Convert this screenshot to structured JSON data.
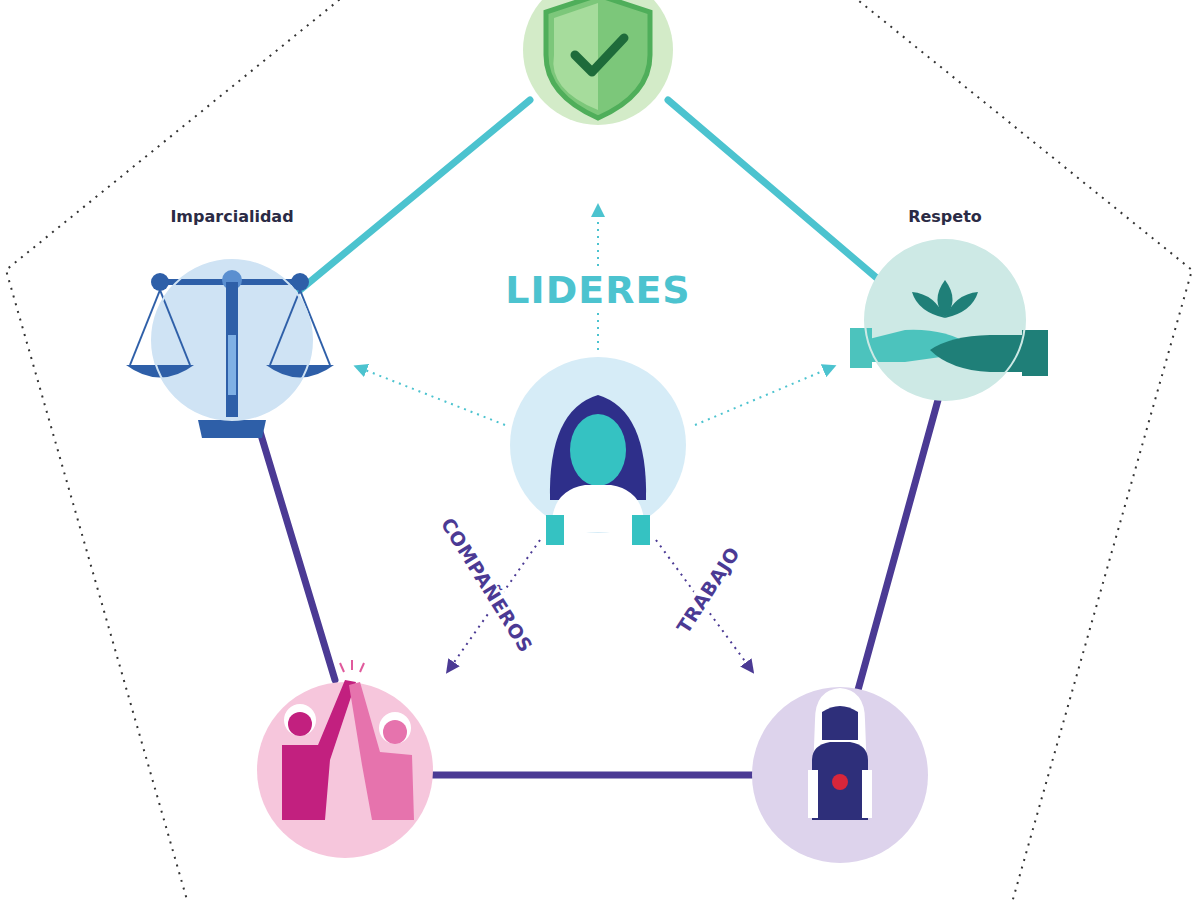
{
  "diagram": {
    "nodes": [
      {
        "text": [
          "Imparcialidad"
        ]
      },
      {
        "text": [
          "Respeto"
        ]
      }
    ],
    "labels": [
      "LIDERES",
      "COMPAÑEROS",
      "TRABAJO"
    ]
  }
}
